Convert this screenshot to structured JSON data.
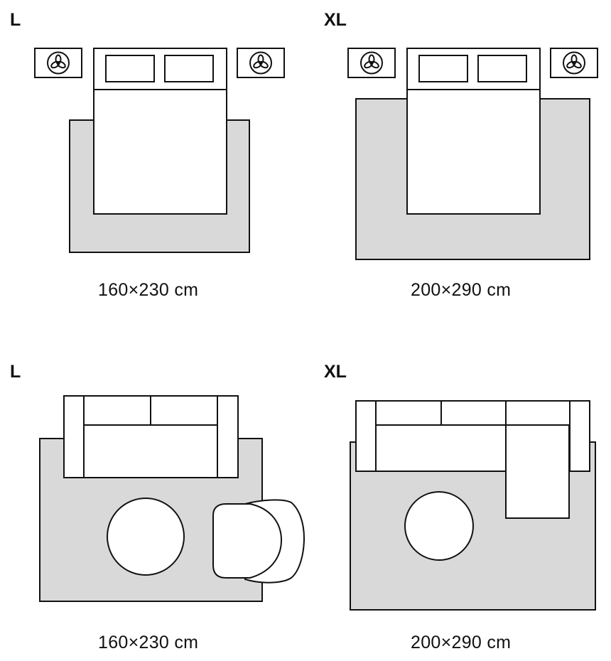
{
  "panels": [
    {
      "size": "L",
      "dimensions": "160×230 cm",
      "scene": "bedroom"
    },
    {
      "size": "XL",
      "dimensions": "200×290 cm",
      "scene": "bedroom"
    },
    {
      "size": "L",
      "dimensions": "160×230 cm",
      "scene": "living-room"
    },
    {
      "size": "XL",
      "dimensions": "200×290 cm",
      "scene": "living-room"
    }
  ],
  "icons": {
    "nightstand_lamp": "lamp-icon"
  },
  "colors": {
    "rug": "#d9d9d9",
    "furniture": "#ffffff",
    "outline": "#111111"
  }
}
